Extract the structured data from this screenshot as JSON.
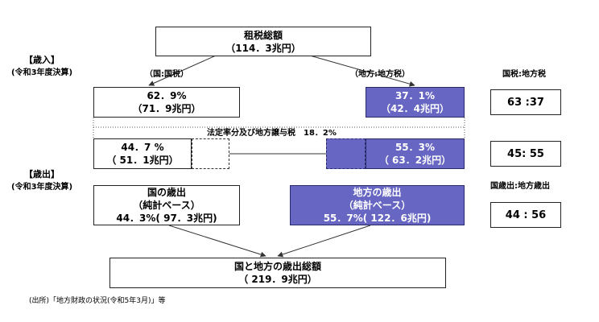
{
  "top_box": {
    "title": "租税総額",
    "value": "（114．3兆円）"
  },
  "revenue": {
    "heading": "【歳入】",
    "sub": "(令和3年度決算)",
    "national_label": "（国:国税）",
    "local_label": "（地方:地方税）",
    "national_pct": "62．9%",
    "national_amt": "（71．9兆円）",
    "local_pct": "37．1%",
    "local_amt": "（42．4兆円）"
  },
  "transfer": {
    "label": "法定率分及び地方譲与税　18．2%",
    "national_pct": "44．7 %",
    "national_amt": "（ 51．1兆円）",
    "local_pct": "55．3%",
    "local_amt": "（ 63．2兆円）"
  },
  "expenditure": {
    "heading": "【歳出】",
    "sub": "(令和3年度決算)",
    "national_title": "国の歳出",
    "national_sub": "（純計ベース）",
    "national_val": "44．3%( 97．3兆円)",
    "local_title": "地方の歳出",
    "local_sub": "（純計ベース）",
    "local_val": "55．7%( 122．6兆円)"
  },
  "bottom_box": {
    "title": "国と地方の歳出総額",
    "value": "（ 219．9兆円）"
  },
  "ratios": {
    "tax_label": "国税:地方税",
    "tax_ratio": "63 :37",
    "mid_ratio": "45: 55",
    "exp_label": "国歳出:地方歳出",
    "exp_ratio": "44 : 56"
  },
  "source": "(出所)「地方財政の状況(令和5年3月)」等",
  "colors": {
    "local_fill": "#6766c2"
  }
}
